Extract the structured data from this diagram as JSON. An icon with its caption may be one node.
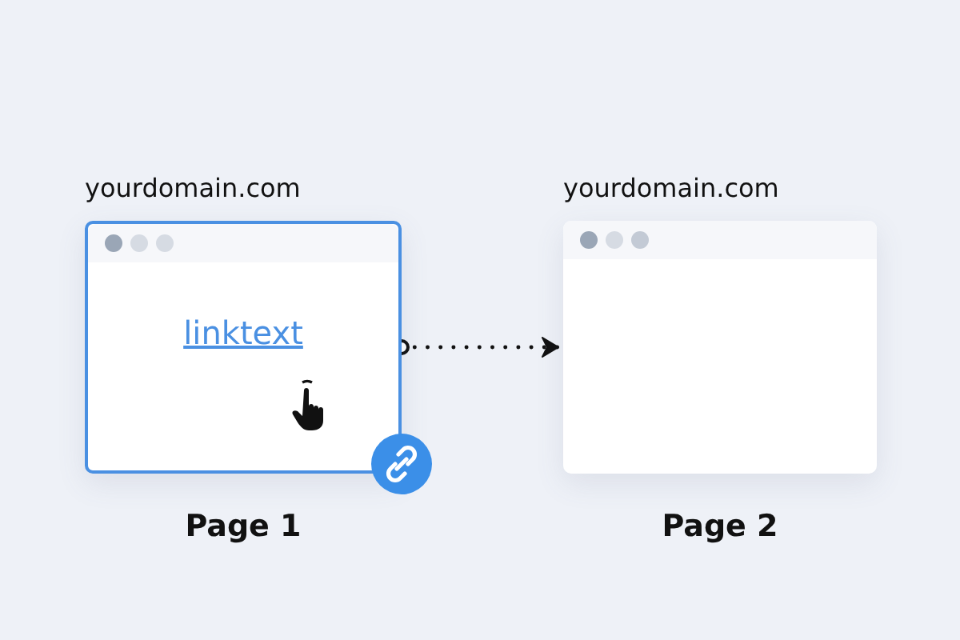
{
  "diagram": {
    "nodes": [
      {
        "text": [
          "yourdomain.com",
          "linktext"
        ],
        "beside": [
          "Page 1"
        ]
      },
      {
        "text": [
          "yourdomain.com"
        ],
        "beside": [
          "Page 2"
        ]
      }
    ],
    "edges": [
      {
        "from": 0,
        "to": 1,
        "arrow": "to",
        "style": "dashed"
      }
    ]
  }
}
